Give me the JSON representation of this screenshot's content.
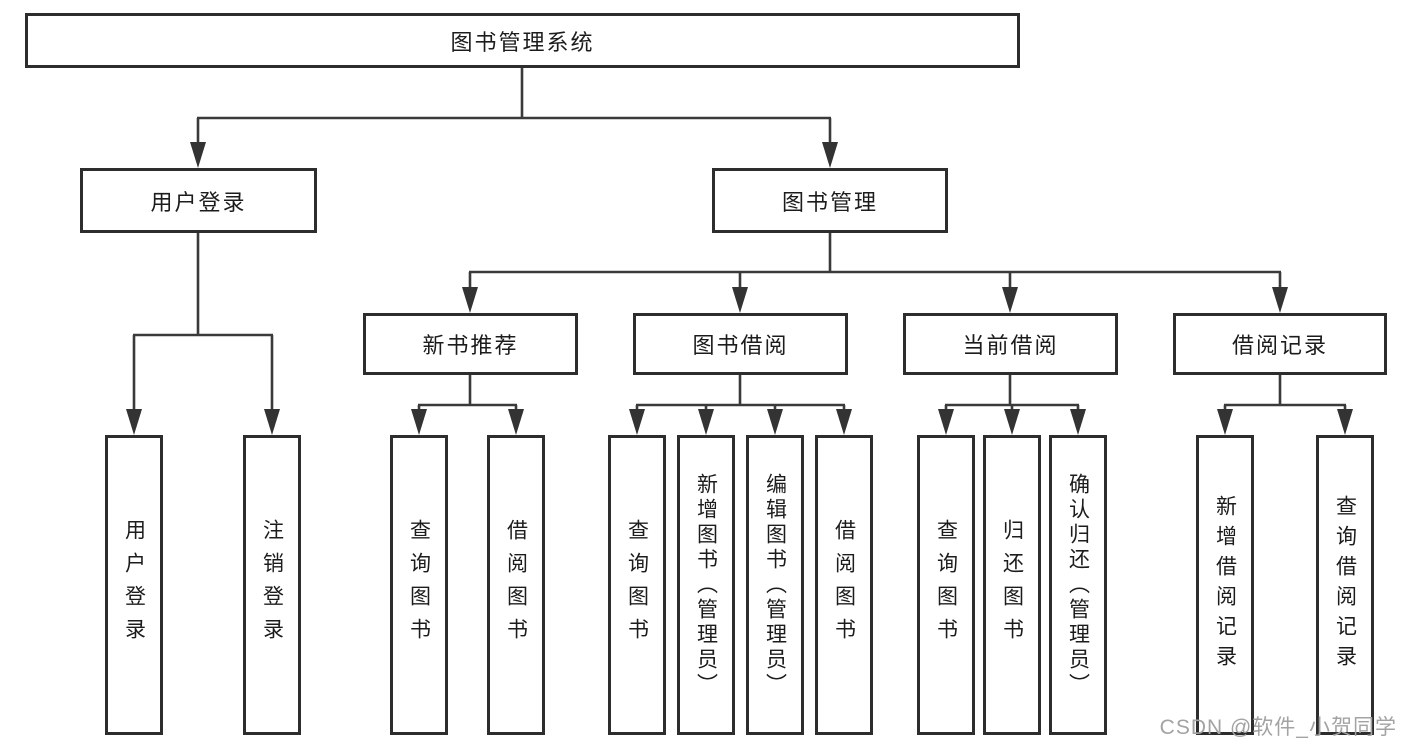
{
  "colors": {
    "box_border": "#2d2d2d",
    "connector_line": "#3a3a3a",
    "arrowhead": "#333333",
    "text": "#1c1c1c",
    "watermark_text": "#a3a3a3",
    "background": "#ffffff"
  },
  "tree": {
    "label": "图书管理系统",
    "children": [
      {
        "label": "用户登录",
        "children": [
          {
            "label": "用户登录"
          },
          {
            "label": "注销登录"
          }
        ]
      },
      {
        "label": "图书管理",
        "children": [
          {
            "label": "新书推荐",
            "children": [
              {
                "label": "查询图书"
              },
              {
                "label": "借阅图书"
              }
            ]
          },
          {
            "label": "图书借阅",
            "children": [
              {
                "label": "查询图书"
              },
              {
                "label": "新增图书（管理员）"
              },
              {
                "label": "编辑图书（管理员）"
              },
              {
                "label": "借阅图书"
              }
            ]
          },
          {
            "label": "当前借阅",
            "children": [
              {
                "label": "查询图书"
              },
              {
                "label": "归还图书"
              },
              {
                "label": "确认归还（管理员）"
              }
            ]
          },
          {
            "label": "借阅记录",
            "children": [
              {
                "label": "新增借阅记录"
              },
              {
                "label": "查询借阅记录"
              }
            ]
          }
        ]
      }
    ]
  },
  "watermark": {
    "text": "CSDN @软件_小贺同学"
  }
}
